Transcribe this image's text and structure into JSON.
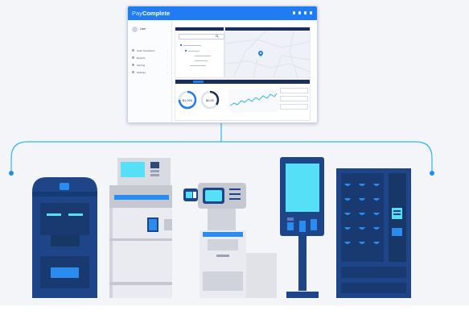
{
  "app": {
    "brand_pay": "Pay",
    "brand_complete": "Complete"
  },
  "sidebar": {
    "user": "User",
    "items": [
      {
        "label": "Cash Operations"
      },
      {
        "label": "Reports"
      },
      {
        "label": "Alerting"
      },
      {
        "label": "Settings"
      }
    ]
  },
  "kpis": [
    {
      "value": "$1,000"
    },
    {
      "value": "$0.00"
    }
  ],
  "colors": {
    "accent": "#1f7cf2",
    "navy": "#1b2e5a",
    "device_blue": "#1d4587",
    "screen": "#56e0f8",
    "line": "#2bb6ee"
  },
  "devices": [
    {
      "icon": "cash-recycler-icon"
    },
    {
      "icon": "atm-kiosk-icon"
    },
    {
      "icon": "self-checkout-icon"
    },
    {
      "icon": "payment-kiosk-icon"
    },
    {
      "icon": "vending-machine-icon"
    }
  ]
}
